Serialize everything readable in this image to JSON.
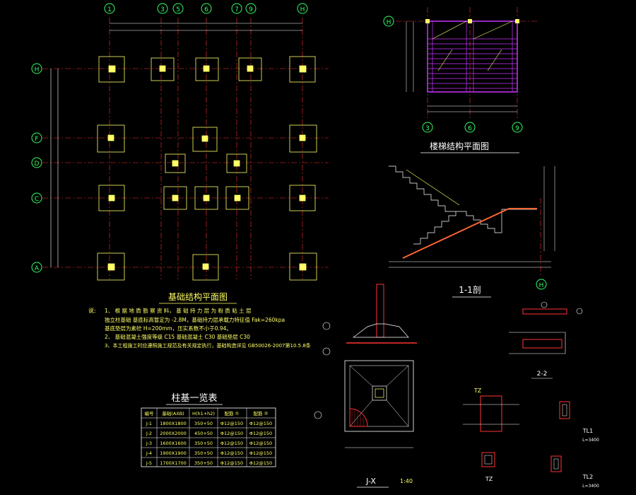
{
  "drawing": {
    "grid_bubbles_top": [
      "1",
      "3",
      "5",
      "6",
      "7",
      "9",
      "H"
    ],
    "grid_bubbles_left": [
      "H",
      "F",
      "D",
      "C",
      "A"
    ],
    "stair_plan_top_bubble": "H",
    "stair_plan_bottom_bubbles": [
      "3",
      "6",
      "9"
    ],
    "section_bottom_bubble": "H",
    "foundation_title": "基础结构平面图",
    "stair_plan_title": "楼梯结构平面图",
    "section_title": "1-1剖",
    "notes_label": "说:",
    "notes": [
      "1、 根 据 地 质 勘 察 资 料，  基 础 持 力 层 为 粉 质 粘 土 层",
      "    独立柱基础 基底标高暂定为 -2.8M，基础持力层承载力特征值 Fak=260kpa",
      "    基底垫层为素砼 H=200mm，压实系数不小于0.94。",
      "2、 基础混凝土强度等级 C15      基础混凝土 C30       基础垫层 C30",
      "3、本工程施工时应遵照施工规范及有关规定执行，基础构造详见 GB50026-2007第10.5.8条"
    ],
    "table_title": "柱基一览表",
    "table_headers": [
      "编号",
      "基础(AXB)",
      "H(h1+h2)",
      "配筋 ①",
      "配筋 ②"
    ],
    "table_rows": [
      [
        "J-1",
        "1800X1800",
        "350+50",
        "Φ12@150",
        "Φ12@150"
      ],
      [
        "J-2",
        "2000X2000",
        "450+50",
        "Φ12@150",
        "Φ12@150"
      ],
      [
        "J-3",
        "1600X1600",
        "350+50",
        "Φ12@150",
        "Φ12@150"
      ],
      [
        "J-4",
        "1900X1900",
        "350+50",
        "Φ12@150",
        "Φ12@150"
      ],
      [
        "J-5",
        "1700X1700",
        "350+50",
        "Φ12@150",
        "Φ12@150"
      ]
    ],
    "detail_jx_label": "J-X",
    "detail_jx_scale": "1:40",
    "detail_22_label": "2-2",
    "detail_tz_label": "TZ",
    "detail_tl1_label": "TL1",
    "detail_tl2_label": "TL2",
    "detail_tz2_label": "TZ",
    "detail_tl_scale": "L=3400",
    "colors": {
      "grid_line": "#ff3333",
      "dimension": "#ffffff",
      "footing": "#ffff66",
      "bubble": "#33ff66",
      "stair_plan": "#cc33ff",
      "section_stair": "#ff6633"
    }
  }
}
